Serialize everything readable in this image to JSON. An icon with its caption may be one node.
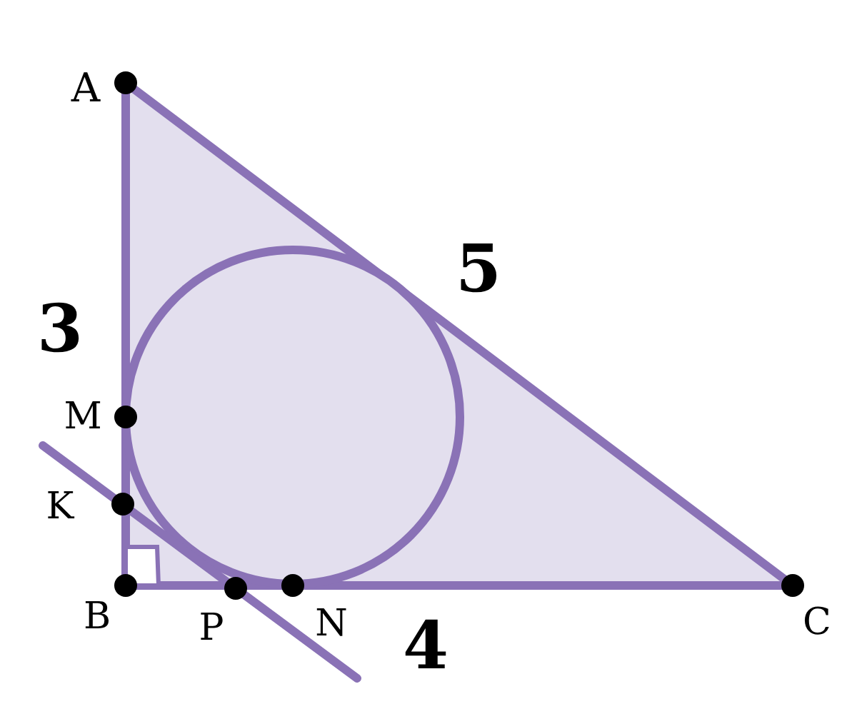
{
  "diagram": {
    "labels": [
      "A",
      "5",
      "3",
      "M",
      "K",
      "B",
      "P",
      "N",
      "4",
      "C"
    ]
  }
}
